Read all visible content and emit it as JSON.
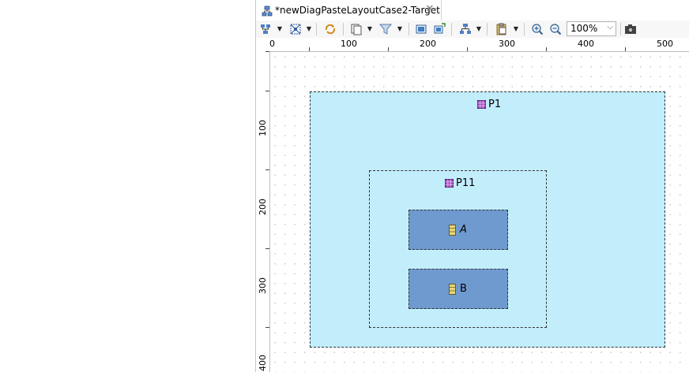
{
  "editor": {
    "tab_title": "*newDiagPasteLayoutCase2-Target",
    "zoom": "100%"
  },
  "toolbar": {
    "buttons": [
      "arrange-all-icon",
      "select-all-icon",
      "refresh-icon",
      "copy-format-icon",
      "filter-icon",
      "export-image-icon",
      "layer-icon",
      "layout-icon",
      "paste-icon",
      "zoom-in-icon",
      "zoom-out-icon",
      "zoom-dropdown",
      "camera-icon"
    ]
  },
  "rulers": {
    "horizontal": [
      "0",
      "100",
      "200",
      "300",
      "400",
      "500"
    ],
    "vertical": [
      "100",
      "200",
      "300",
      "400"
    ]
  },
  "diagram": {
    "packages": [
      {
        "name": "P1"
      },
      {
        "name": "P11"
      }
    ],
    "classes": [
      {
        "name": "A"
      },
      {
        "name": "B"
      }
    ]
  },
  "colors": {
    "package_fill": "#c2eefc",
    "class_fill": "#6f9ad0",
    "package_icon": "#a24bc2",
    "class_icon": "#e9d67a"
  }
}
